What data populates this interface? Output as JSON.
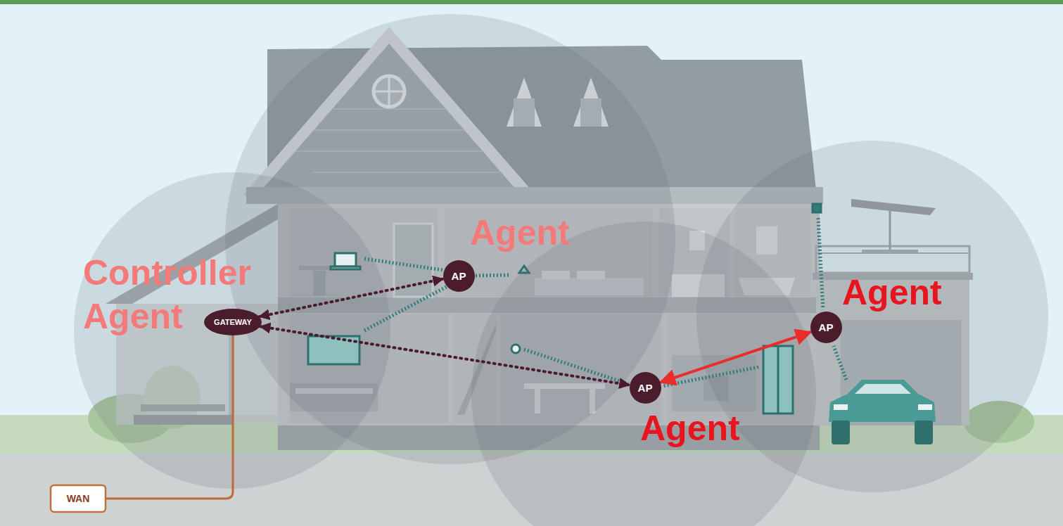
{
  "diagram": {
    "nodes": [
      {
        "text": [
          "GATEWAY",
          "Controller Agent"
        ]
      },
      {
        "text": [
          "AP",
          "Agent"
        ]
      },
      {
        "text": [
          "AP",
          "Agent"
        ]
      },
      {
        "text": [
          "AP",
          "Agent"
        ]
      },
      {
        "text": [
          "WAN"
        ]
      }
    ],
    "edges": [
      {
        "from": 0,
        "to": 1,
        "arrow": "both"
      },
      {
        "from": 0,
        "to": 3,
        "arrow": "both"
      },
      {
        "from": 3,
        "to": 2,
        "arrow": "both"
      },
      {
        "from": 4,
        "to": 0,
        "arrow": "none"
      }
    ]
  }
}
